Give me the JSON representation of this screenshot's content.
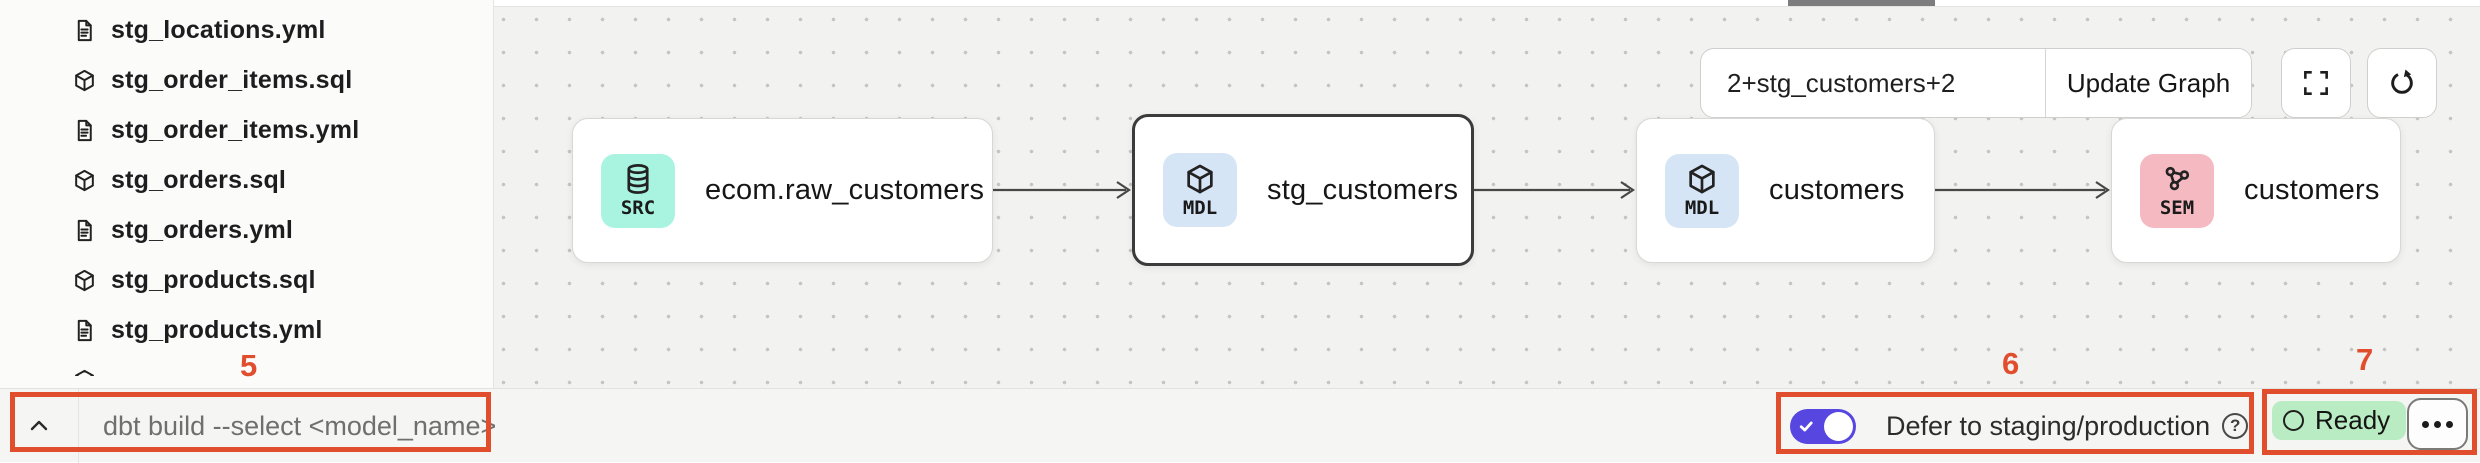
{
  "sidebar": {
    "files": [
      {
        "name": "stg_locations.yml",
        "type": "yml"
      },
      {
        "name": "stg_order_items.sql",
        "type": "sql"
      },
      {
        "name": "stg_order_items.yml",
        "type": "yml"
      },
      {
        "name": "stg_orders.sql",
        "type": "sql"
      },
      {
        "name": "stg_orders.yml",
        "type": "yml"
      },
      {
        "name": "stg_products.sql",
        "type": "sql"
      },
      {
        "name": "stg_products.yml",
        "type": "yml"
      },
      {
        "name": "",
        "type": "sql",
        "partial": true
      }
    ]
  },
  "lineage": {
    "selector": {
      "value": "2+stg_customers+2",
      "update_button": "Update Graph"
    },
    "nodes": [
      {
        "badge": "SRC",
        "label": "ecom.raw_customers",
        "icon": "database-icon",
        "selected": false,
        "badge_color": "#a9f4e1"
      },
      {
        "badge": "MDL",
        "label": "stg_customers",
        "icon": "cube-icon",
        "selected": true,
        "badge_color": "#d6e5f6"
      },
      {
        "badge": "MDL",
        "label": "customers",
        "icon": "cube-icon",
        "selected": false,
        "badge_color": "#d6e5f6"
      },
      {
        "badge": "SEM",
        "label": "customers",
        "icon": "semantic-icon",
        "selected": false,
        "badge_color": "#f5b9c2"
      }
    ]
  },
  "bottom_bar": {
    "command_placeholder": "dbt build --select <model_name>",
    "defer": {
      "label": "Defer to staging/production",
      "enabled": true
    },
    "status": {
      "label": "Ready",
      "color": "#b9ecc3"
    },
    "help_icon": "?"
  },
  "annotations": {
    "n5": "5",
    "n6": "6",
    "n7": "7",
    "color": "#e14e2d"
  },
  "colors": {
    "toggle_on": "#5746df",
    "canvas_bg": "#f2f2f0",
    "accent_red": "#e14e2d"
  }
}
